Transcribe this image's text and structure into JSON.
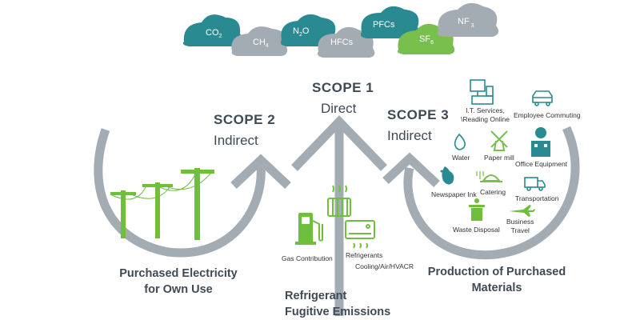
{
  "gases": [
    {
      "main": "CO",
      "sub": "2",
      "color": "#2a8a92",
      "text": "#ffffff"
    },
    {
      "main": "CH",
      "sub": "4",
      "color": "#a3abb3",
      "text": "#ffffff"
    },
    {
      "main": "N",
      "sub": "2",
      "tail": "O",
      "color": "#2a8a92",
      "text": "#ffffff"
    },
    {
      "main": "HFCs",
      "sub": "",
      "color": "#a3abb3",
      "text": "#ffffff"
    },
    {
      "main": "PFCs",
      "sub": "",
      "color": "#2a8a92",
      "text": "#ffffff"
    },
    {
      "main": "SF",
      "sub": "6",
      "color": "#79bf4e",
      "text": "#ffffff"
    },
    {
      "main": "NF",
      "sub": " 3",
      "color": "#a3abb3",
      "text": "#ffffff"
    }
  ],
  "scopes": {
    "scope1": {
      "title": "SCOPE 1",
      "subtitle": "Direct"
    },
    "scope2": {
      "title": "SCOPE 2",
      "subtitle": "Indirect"
    },
    "scope3": {
      "title": "SCOPE 3",
      "subtitle": "Indirect"
    }
  },
  "captions": {
    "electricity": [
      "Purchased Electricity",
      "for Own Use"
    ],
    "refrigerant": [
      "Refrigerant",
      "Fugitive Emissions"
    ],
    "materials": [
      "Production of Purchased",
      "Materials"
    ]
  },
  "scope1_items": {
    "gas": "Gas Contribution",
    "refrigerants": [
      "Refrigerants",
      "Cooling/Air/HVACR"
    ]
  },
  "scope3_items": {
    "it": [
      "I.T. Services,",
      "\\Reading Online"
    ],
    "commuting": "Employee Commuting",
    "water": "Water",
    "papermill": "Paper mill",
    "office": "Office Equipment",
    "newspaper": "Newspaper Ink",
    "catering": "Catering",
    "transportation": "Transportation",
    "waste": "Waste Disposal",
    "travel": [
      "Business",
      "Travel"
    ]
  },
  "colors": {
    "arrow": "#a3abb3",
    "teal": "#2a8a92",
    "green": "#79bf4e",
    "text": "#3f4a55"
  }
}
